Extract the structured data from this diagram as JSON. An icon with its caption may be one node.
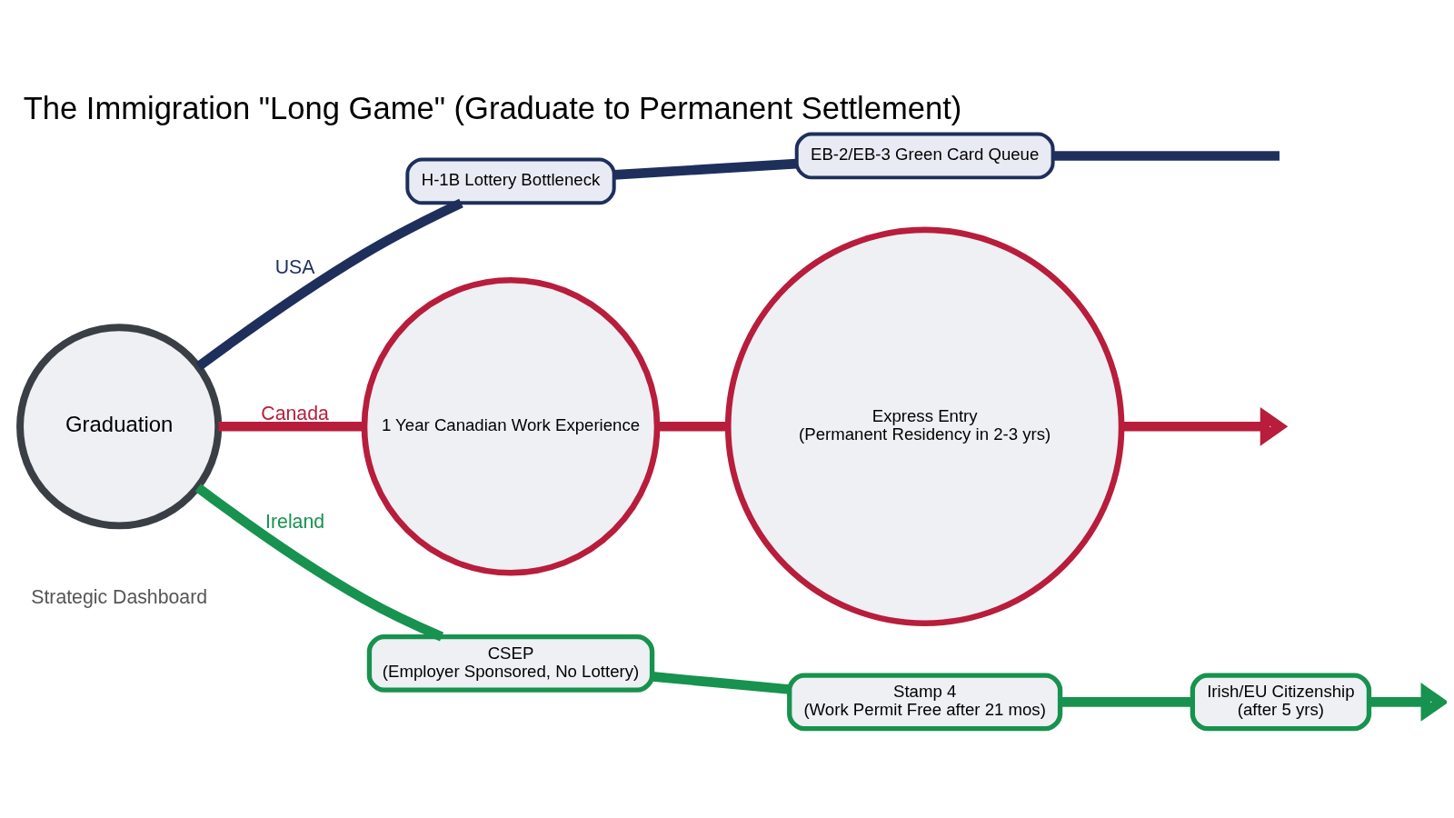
{
  "diagram": {
    "title": "The Immigration \"Long Game\" (Graduate to Permanent Settlement)",
    "nodes": [
      {
        "text": [
          "Graduation"
        ]
      },
      {
        "text": [
          "H-1B Lottery Bottleneck"
        ]
      },
      {
        "text": [
          "EB-2/EB-3 Green Card Queue"
        ]
      },
      {
        "text": [
          "1 Year Canadian Work Experience"
        ]
      },
      {
        "text": [
          "Express Entry",
          "(Permanent Residency in 2-3 yrs)"
        ]
      },
      {
        "text": [
          "CSEP",
          "(Employer Sponsored, No Lottery)"
        ]
      },
      {
        "text": [
          "Stamp 4",
          "(Work Permit Free after 21 mos)"
        ]
      },
      {
        "text": [
          "Irish/EU Citizenship",
          "(after 5 yrs)"
        ]
      }
    ],
    "edges": [
      {
        "from": 0,
        "to": 1,
        "label": "USA",
        "arrow": "none",
        "color": "#1f2f5c"
      },
      {
        "from": 1,
        "to": 2,
        "arrow": "none",
        "color": "#1f2f5c"
      },
      {
        "from": 2,
        "to": null,
        "arrow": "none",
        "color": "#1f2f5c"
      },
      {
        "from": 0,
        "to": 3,
        "label": "Canada",
        "arrow": "none",
        "color": "#b81d3c"
      },
      {
        "from": 3,
        "to": 4,
        "arrow": "none",
        "color": "#b81d3c"
      },
      {
        "from": 4,
        "to": null,
        "arrow": "to",
        "color": "#b81d3c"
      },
      {
        "from": 0,
        "to": 5,
        "label": "Ireland",
        "arrow": "none",
        "color": "#17924f"
      },
      {
        "from": 5,
        "to": 6,
        "arrow": "none",
        "color": "#17924f"
      },
      {
        "from": 6,
        "to": 7,
        "arrow": "none",
        "color": "#17924f"
      },
      {
        "from": 7,
        "to": null,
        "arrow": "to",
        "color": "#17924f"
      }
    ],
    "labels": [
      "Strategic Dashboard"
    ]
  }
}
